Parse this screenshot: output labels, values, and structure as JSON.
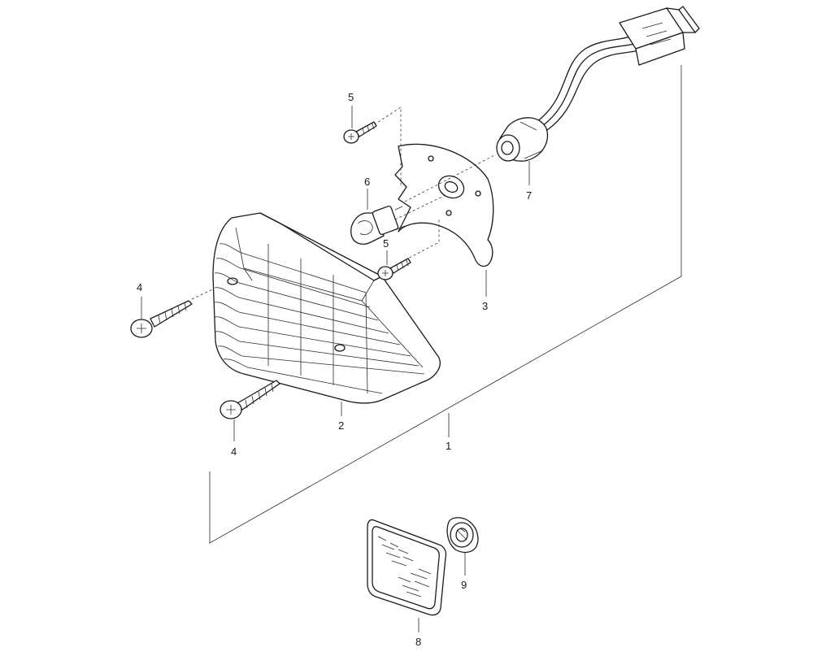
{
  "callouts": {
    "assembly": "1",
    "lens": "2",
    "bracket": "3",
    "screw_long_upper": "4",
    "screw_long_lower": "4",
    "screw_small_upper": "5",
    "screw_small_lower": "5",
    "bulb": "6",
    "socket": "7",
    "reflector": "8",
    "nut": "9"
  }
}
